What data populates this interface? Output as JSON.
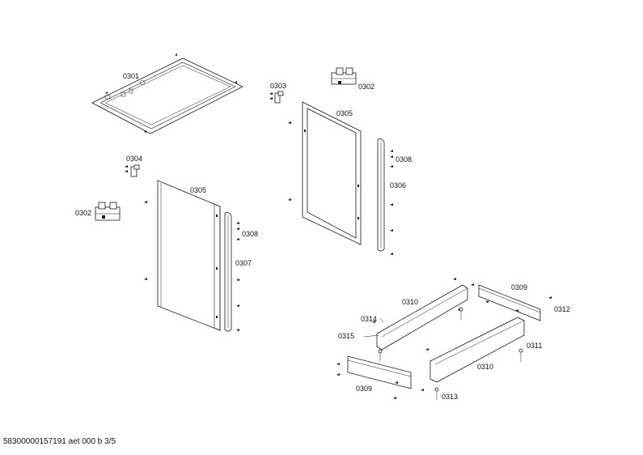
{
  "labels": {
    "p0301": "0301",
    "p0302a": "0302",
    "p0302b": "0302",
    "p0303": "0303",
    "p0304": "0304",
    "p0305a": "0305",
    "p0305b": "0305",
    "p0306": "0306",
    "p0307": "0307",
    "p0308a": "0308",
    "p0308b": "0308",
    "p0309a": "0309",
    "p0309b": "0309",
    "p0310a": "0310",
    "p0310b": "0310",
    "p0311": "0311",
    "p0312": "0312",
    "p0313": "0313",
    "p0314": "0314",
    "p0315": "0315"
  },
  "footer": "58300000157191 aet 000 b 3/5"
}
